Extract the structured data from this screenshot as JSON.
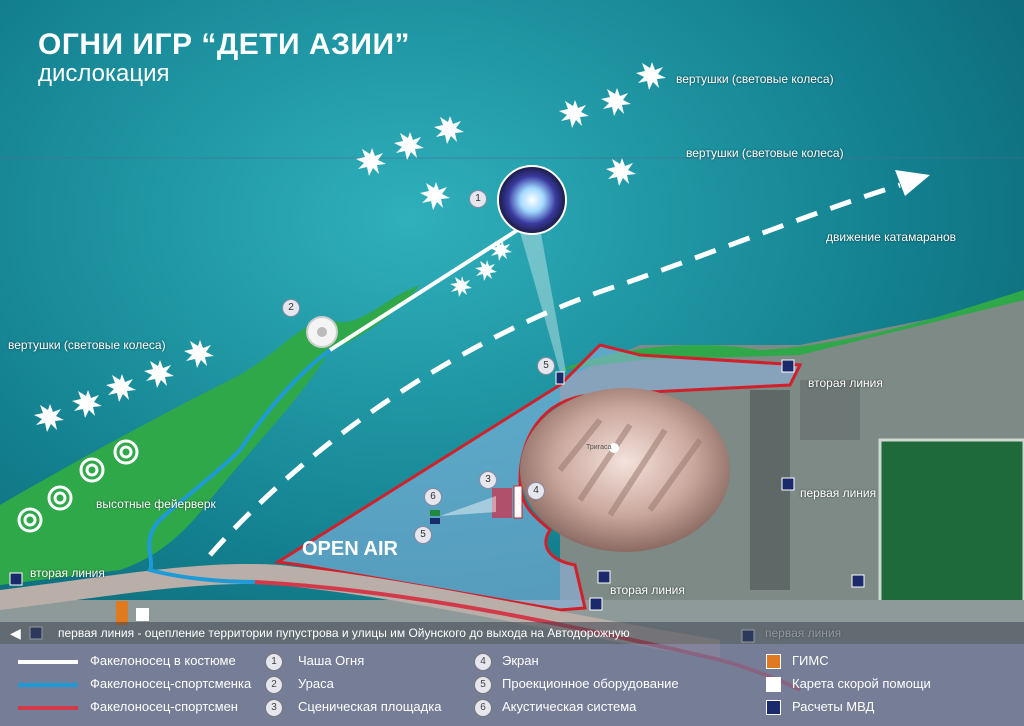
{
  "title": "ОГНИ ИГР “ДЕТИ АЗИИ”",
  "subtitle": "дислокация",
  "map_labels": {
    "pinwheels": "вертушки (световые колеса)",
    "catamarans": "движение катамаранов",
    "high_fireworks": "высотные фейерверк",
    "open_air": "OPEN AIR",
    "second_line": "вторая линия",
    "first_line": "первая линия",
    "first_line_note": "первая линия - оцепление территории пупустрова и улицы им Ойунского до выхода на Автодорожную",
    "arena_label": "Тригаса"
  },
  "markers": [
    "1",
    "2",
    "3",
    "4",
    "5",
    "6"
  ],
  "legend": {
    "lines": [
      {
        "label": "Факелоносец в костюме",
        "color": "#ffffff"
      },
      {
        "label": "Факелоносец-спортсменка",
        "color": "#1e9bd7"
      },
      {
        "label": "Факелоносец-спортсмен",
        "color": "#d23a4a"
      }
    ],
    "items": [
      {
        "num": "1",
        "label": "Чаша Огня"
      },
      {
        "num": "2",
        "label": "Ураса"
      },
      {
        "num": "3",
        "label": "Сценическая площадка"
      },
      {
        "num": "4",
        "label": "Экран"
      },
      {
        "num": "5",
        "label": "Проекционное оборудование"
      },
      {
        "num": "6",
        "label": "Акустическая система"
      }
    ],
    "symbols": [
      {
        "label": "ГИМС",
        "color": "#e07a20"
      },
      {
        "label": "Карета скорой помощи",
        "color": "#ffffff"
      },
      {
        "label": "Расчеты МВД",
        "color": "#1a2a6a"
      }
    ]
  },
  "colors": {
    "water": "#1b8a9a",
    "green": "#2fa84a",
    "zone_outline": "#d0202a",
    "zone_fill": "#8fb8e8"
  }
}
